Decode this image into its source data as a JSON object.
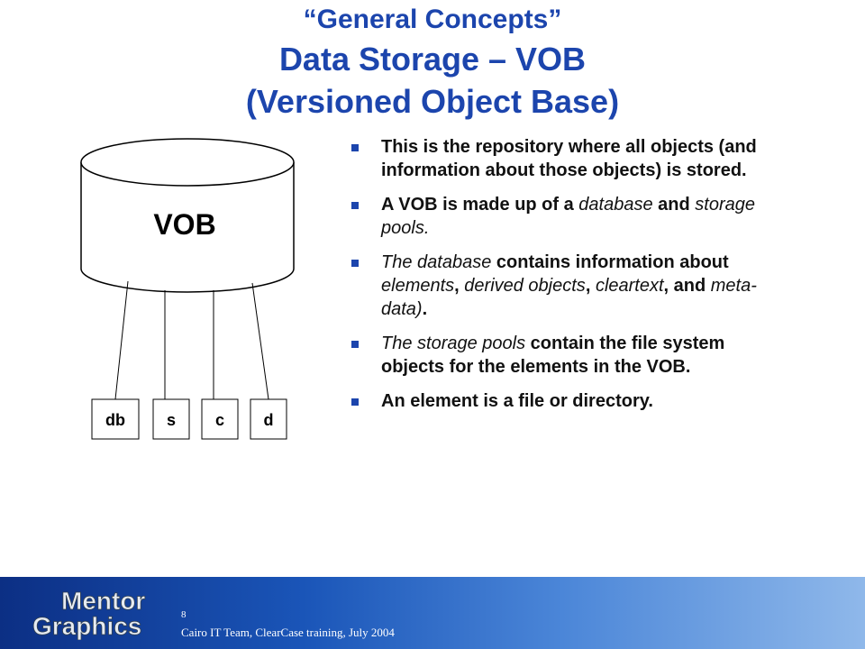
{
  "slide": {
    "title_line1": "“General Concepts”",
    "title_line2": "Data Storage – VOB",
    "title_line3": "(Versioned Object Base)"
  },
  "diagram": {
    "vob_label": "VOB",
    "boxes": [
      "db",
      "s",
      "c",
      "d"
    ]
  },
  "bullets": [
    {
      "parts": [
        {
          "t": "This is the repository where all objects (and information about those objects) is stored.",
          "i": false
        }
      ]
    },
    {
      "parts": [
        {
          "t": "A VOB is made up of a ",
          "i": false
        },
        {
          "t": "database",
          "i": true
        },
        {
          "t": " and ",
          "i": false
        },
        {
          "t": "storage pools.",
          "i": true
        }
      ]
    },
    {
      "parts": [
        {
          "t": "The database",
          "i": true
        },
        {
          "t": " contains information about ",
          "i": false
        },
        {
          "t": "elements",
          "i": true
        },
        {
          "t": ", ",
          "i": false
        },
        {
          "t": "derived objects",
          "i": true
        },
        {
          "t": ", ",
          "i": false
        },
        {
          "t": "cleartext",
          "i": true
        },
        {
          "t": ", and ",
          "i": false
        },
        {
          "t": "meta-data)",
          "i": true
        },
        {
          "t": ".",
          "i": false
        }
      ]
    },
    {
      "parts": [
        {
          "t": "The storage pools",
          "i": true
        },
        {
          "t": " contain the file system objects for the elements in the VOB.",
          "i": false
        }
      ]
    },
    {
      "parts": [
        {
          "t": "An element is a file or directory.",
          "i": false
        }
      ]
    }
  ],
  "footer": {
    "logo_line1": "Mentor",
    "logo_line2": "Graphics",
    "page_number": "8",
    "caption": "Cairo IT Team, ClearCase training, July 2004"
  },
  "colors": {
    "title": "#1c45ad",
    "bullet_marker": "#1c45ad",
    "footer_dark": "#0c2f84",
    "footer_light": "#8fb8ea"
  }
}
